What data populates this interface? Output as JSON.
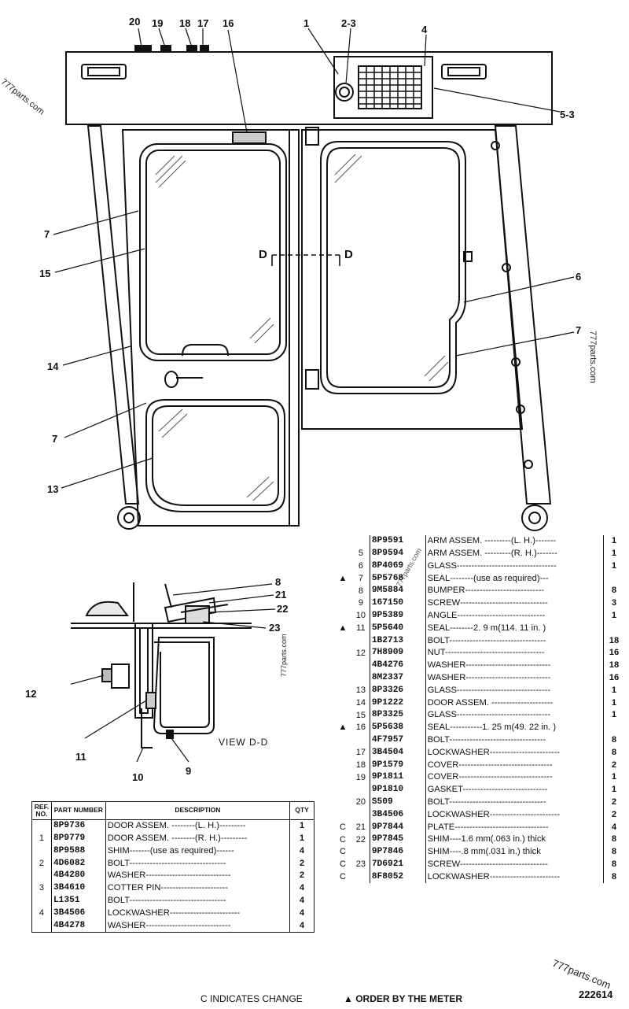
{
  "callouts": {
    "c20": "20",
    "c19": "19",
    "c18": "18",
    "c17": "17",
    "c16": "16",
    "c1": "1",
    "c2_3": "2-3",
    "c4": "4",
    "c5_3": "5-3",
    "c7a": "7",
    "c15": "15",
    "c14": "14",
    "c7b": "7",
    "c13": "13",
    "c6": "6",
    "c7c": "7",
    "c8": "8",
    "c21": "21",
    "c22": "22",
    "c23": "23",
    "c12": "12",
    "c11": "11",
    "c10": "10",
    "c9": "9"
  },
  "section_marks": {
    "d_left": "D",
    "d_right": "D"
  },
  "view_label": "VIEW D-D",
  "watermarks": {
    "w1": "777parts.com",
    "w2": "777parts.com",
    "w3": "777parts.com",
    "w4": "777parts.com",
    "w5": "777parts.com"
  },
  "left_table": {
    "headers": {
      "ref": "REF. NO.",
      "part": "PART NUMBER",
      "desc": "DESCRIPTION",
      "qty": "QTY"
    },
    "rows": [
      {
        "ref": "",
        "brace": "{",
        "part": "8P9736",
        "desc": "DOOR ASSEM. --------(L. H.)---------",
        "qty": "1"
      },
      {
        "ref": "1",
        "brace": "{",
        "part": "8P9779",
        "desc": "DOOR ASSEM. --------(R. H.)---------",
        "qty": "1"
      },
      {
        "ref": "",
        "brace": "",
        "part": "8P9588",
        "desc": "SHIM-------(use as required)------",
        "qty": "4"
      },
      {
        "ref": "2",
        "brace": "{",
        "part": "4D6082",
        "desc": "BOLT---------------------------------",
        "qty": "2"
      },
      {
        "ref": "",
        "brace": "",
        "part": "4B4280",
        "desc": "WASHER-----------------------------",
        "qty": "2"
      },
      {
        "ref": "3",
        "brace": "",
        "part": "3B4610",
        "desc": "COTTER PIN-----------------------",
        "qty": "4"
      },
      {
        "ref": "",
        "brace": "",
        "part": "L1351",
        "desc": "BOLT---------------------------------",
        "qty": "4"
      },
      {
        "ref": "4",
        "brace": "{",
        "part": "3B4506",
        "desc": "LOCKWASHER------------------------",
        "qty": "4"
      },
      {
        "ref": "",
        "brace": "",
        "part": "4B4278",
        "desc": "WASHER-----------------------------",
        "qty": "4"
      }
    ]
  },
  "right_table": {
    "rows": [
      {
        "mark": "",
        "ref": "",
        "part": "8P9591",
        "desc": "ARM ASSEM. ---------(L. H.)-------",
        "qty": "1"
      },
      {
        "mark": "",
        "ref": "5",
        "part": "8P9594",
        "desc": "ARM ASSEM. ---------(R. H.)-------",
        "qty": "1"
      },
      {
        "mark": "",
        "ref": "6",
        "part": "8P4069",
        "desc": "GLASS----------------------------------",
        "qty": "1"
      },
      {
        "mark": "▲",
        "ref": "7",
        "part": "5P5768",
        "desc": "SEAL--------(use as required)---",
        "qty": ""
      },
      {
        "mark": "",
        "ref": "8",
        "part": "9M5884",
        "desc": "BUMPER---------------------------",
        "qty": "8"
      },
      {
        "mark": "",
        "ref": "9",
        "part": "167150",
        "desc": "SCREW------------------------------",
        "qty": "3"
      },
      {
        "mark": "",
        "ref": "10",
        "part": "9P5389",
        "desc": "ANGLE------------------------------",
        "qty": "1"
      },
      {
        "mark": "▲",
        "ref": "11",
        "part": "5P5640",
        "desc": "SEAL--------2. 9 m(114. 11 in. )",
        "qty": ""
      },
      {
        "mark": "",
        "ref": "",
        "part": "1B2713",
        "desc": "BOLT---------------------------------",
        "qty": "18"
      },
      {
        "mark": "",
        "ref": "12",
        "part": "7H8909",
        "desc": "NUT----------------------------------",
        "qty": "16"
      },
      {
        "mark": "",
        "ref": "",
        "part": "4B4276",
        "desc": "WASHER-----------------------------",
        "qty": "18"
      },
      {
        "mark": "",
        "ref": "",
        "part": "8M2337",
        "desc": "WASHER-----------------------------",
        "qty": "16"
      },
      {
        "mark": "",
        "ref": "13",
        "part": "8P3326",
        "desc": "GLASS--------------------------------",
        "qty": "1"
      },
      {
        "mark": "",
        "ref": "14",
        "part": "9P1222",
        "desc": "DOOR ASSEM. ---------------------",
        "qty": "1"
      },
      {
        "mark": "",
        "ref": "15",
        "part": "8P3325",
        "desc": "GLASS--------------------------------",
        "qty": "1"
      },
      {
        "mark": "▲",
        "ref": "16",
        "part": "5P5638",
        "desc": "SEAL-----------1. 25 m(49. 22 in. )",
        "qty": ""
      },
      {
        "mark": "",
        "ref": "",
        "part": "4F7957",
        "desc": "BOLT---------------------------------",
        "qty": "8"
      },
      {
        "mark": "",
        "ref": "17",
        "part": "3B4504",
        "desc": "LOCKWASHER------------------------",
        "qty": "8"
      },
      {
        "mark": "",
        "ref": "18",
        "part": "9P1579",
        "desc": "COVER--------------------------------",
        "qty": "2"
      },
      {
        "mark": "",
        "ref": "19",
        "part": "9P1811",
        "desc": "COVER--------------------------------",
        "qty": "1"
      },
      {
        "mark": "",
        "ref": "",
        "part": "9P1810",
        "desc": "GASKET-----------------------------",
        "qty": "1"
      },
      {
        "mark": "",
        "ref": "20",
        "part": "S509",
        "desc": "BOLT---------------------------------",
        "qty": "2"
      },
      {
        "mark": "",
        "ref": "",
        "part": "3B4506",
        "desc": "LOCKWASHER------------------------",
        "qty": "2"
      },
      {
        "mark": "C",
        "ref": "21",
        "part": "9P7844",
        "desc": "PLATE--------------------------------",
        "qty": "4"
      },
      {
        "mark": "C",
        "ref": "22",
        "part": "9P7845",
        "desc": "SHIM----1.6 mm(.063 in.) thick",
        "qty": "8"
      },
      {
        "mark": "C",
        "ref": "",
        "part": "9P7846",
        "desc": "SHIM----.8 mm(.031 in.) thick",
        "qty": "8"
      },
      {
        "mark": "C",
        "ref": "23",
        "part": "7D6921",
        "desc": "SCREW------------------------------",
        "qty": "8"
      },
      {
        "mark": "C",
        "ref": "",
        "part": "8F8052",
        "desc": "LOCKWASHER------------------------",
        "qty": "8"
      }
    ]
  },
  "footer": {
    "change_note": "C INDICATES CHANGE",
    "meter_note": "▲ ORDER BY THE METER",
    "drawing_number": "222614"
  }
}
